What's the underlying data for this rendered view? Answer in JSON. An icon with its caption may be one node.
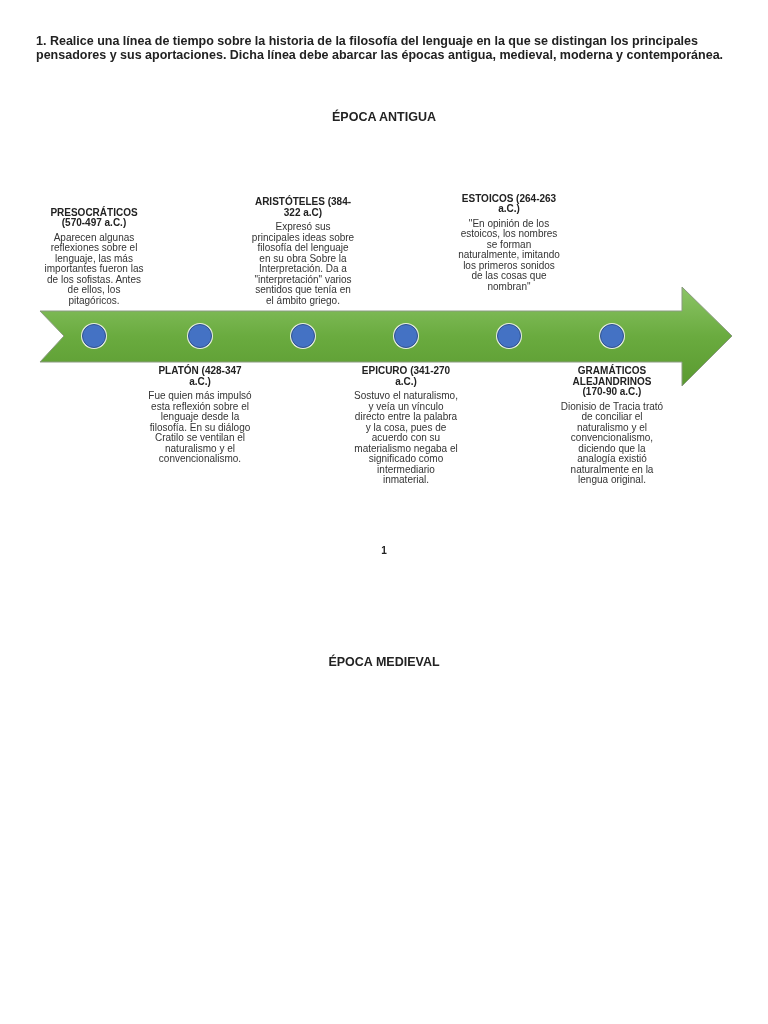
{
  "diagram": {
    "title": "ÉPOCA ANTIGUA",
    "nodes": [
      {
        "text": [],
        "shape": "circle",
        "beside": [
          "PRESOCRÁTICOS (570-497 a.C.)",
          "Aparecen algunas reflexiones sobre el lenguaje, las más importantes fueron las de los sofistas. Antes de ellos, los pitagóricos."
        ]
      },
      {
        "text": [],
        "shape": "circle",
        "beside": [
          "PLATÓN (428-347 a.C.)",
          "Fue quien más impulsó esta reflexión sobre el lenguaje desde la filosofía. En su diálogo Cratilo se ventilan el naturalismo y el convencionalismo."
        ]
      },
      {
        "text": [],
        "shape": "circle",
        "beside": [
          "ARISTÓTELES (384-322 a.C)",
          "Expresó sus principales ideas sobre filosofía del lenguaje en su obra Sobre la Interpretación. Da a \"interpretación\" varios sentidos que tenía en el ámbito griego."
        ]
      },
      {
        "text": [],
        "shape": "circle",
        "beside": [
          "EPICURO (341-270 a.C.)",
          "Sostuvo el naturalismo, y veía un vínculo directo entre la palabra y la cosa, pues de acuerdo con su materialismo negaba el significado como intermediario inmaterial."
        ]
      },
      {
        "text": [],
        "shape": "circle",
        "beside": [
          "ESTOICOS (264-263 a.C.)",
          "\"En opinión de los estoicos, los nombres se forman naturalmente, imitando los primeros sonidos de las cosas que nombran\""
        ]
      },
      {
        "text": [],
        "shape": "circle",
        "beside": [
          "GRAMÁTICOS ALEJANDRINOS (170-90 a.C.)",
          "Dionisio de Tracia trató de conciliar el naturalismo y el convencionalismo, diciendo que la analogía existió naturalmente en la lengua original."
        ]
      }
    ],
    "labels": [
      "1. Realice una línea de tiempo sobre la historia de la filosofía del lenguaje en la que se distingan los principales pensadores y sus aportaciones. Dicha línea debe abarcar las épocas antigua, medieval, moderna y contemporánea.",
      "1",
      "ÉPOCA MEDIEVAL"
    ]
  }
}
